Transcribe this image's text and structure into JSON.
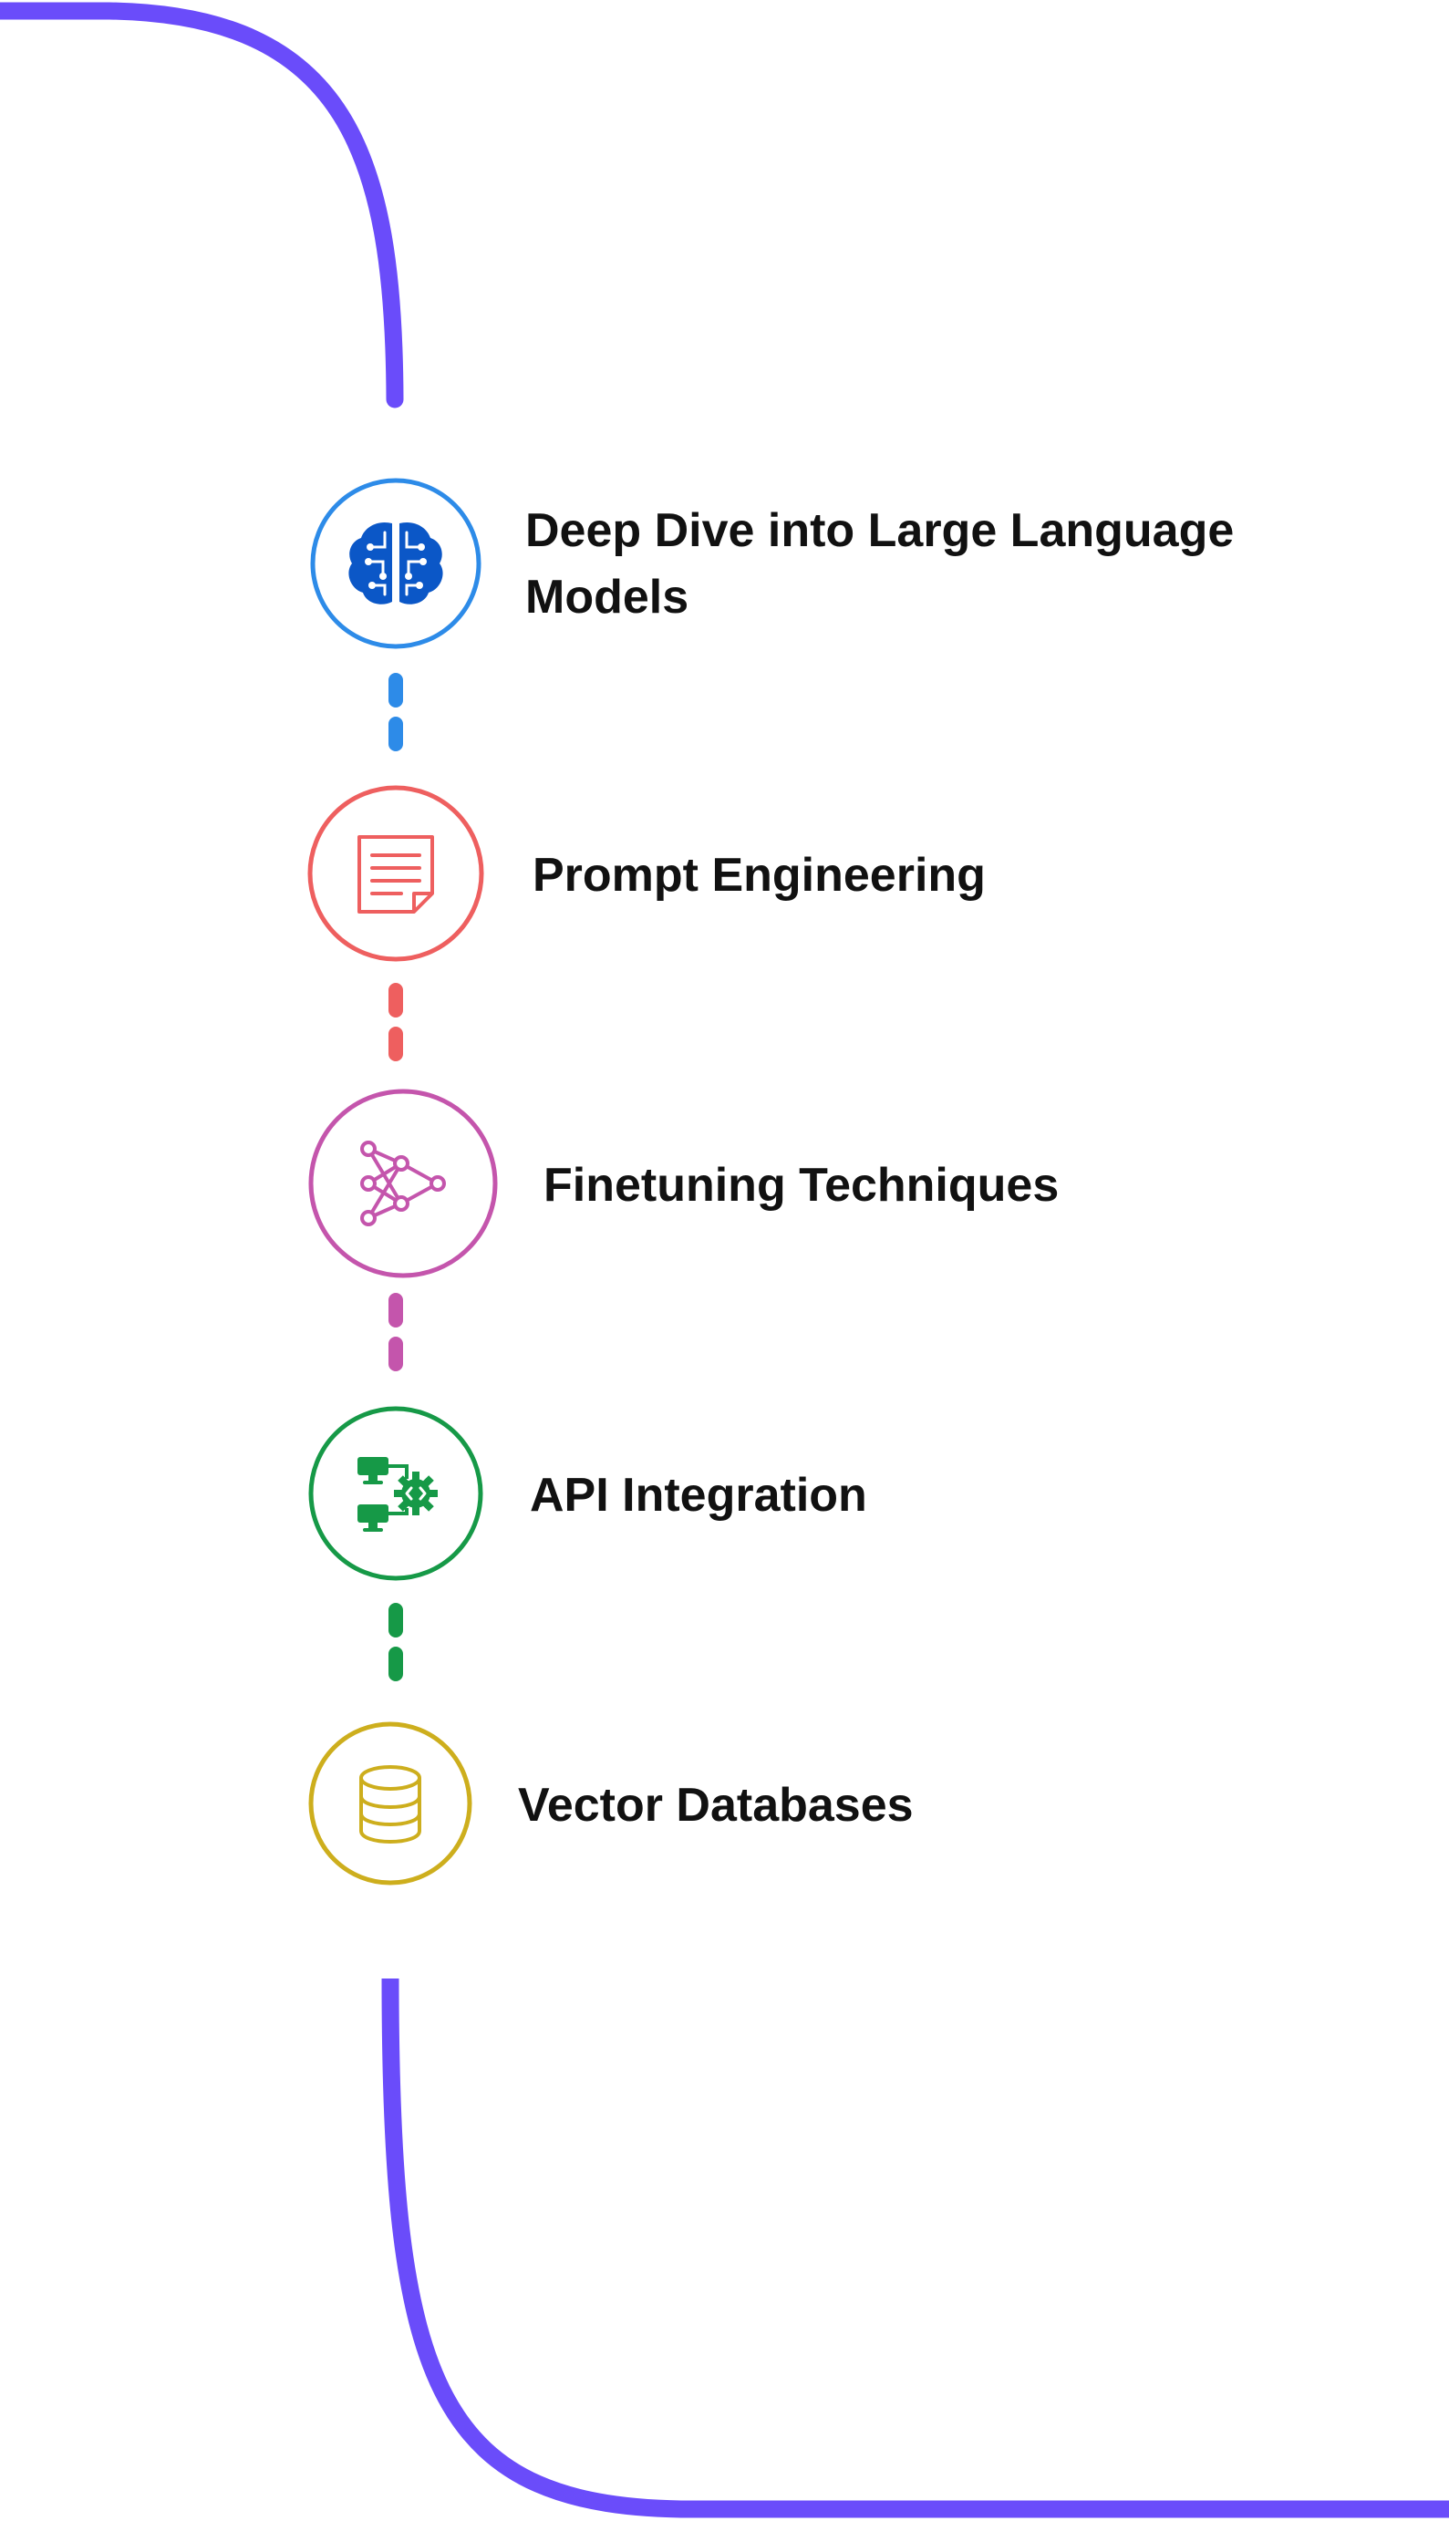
{
  "colors": {
    "timeline": "#6A4CFA",
    "step_1": "#2D8BE8",
    "step_1_icon": "#0B57C7",
    "step_2": "#EE5F5F",
    "step_3": "#C455AC",
    "step_4": "#169947",
    "step_5": "#CDAE1D",
    "text": "#111111"
  },
  "steps": [
    {
      "label": "Deep Dive into Large Language Models",
      "icon": "brain-circuit-icon"
    },
    {
      "label": "Prompt Engineering",
      "icon": "note-icon"
    },
    {
      "label": "Finetuning Techniques",
      "icon": "neural-network-icon"
    },
    {
      "label": "API Integration",
      "icon": "api-integration-icon"
    },
    {
      "label": "Vector Databases",
      "icon": "database-icon"
    }
  ]
}
